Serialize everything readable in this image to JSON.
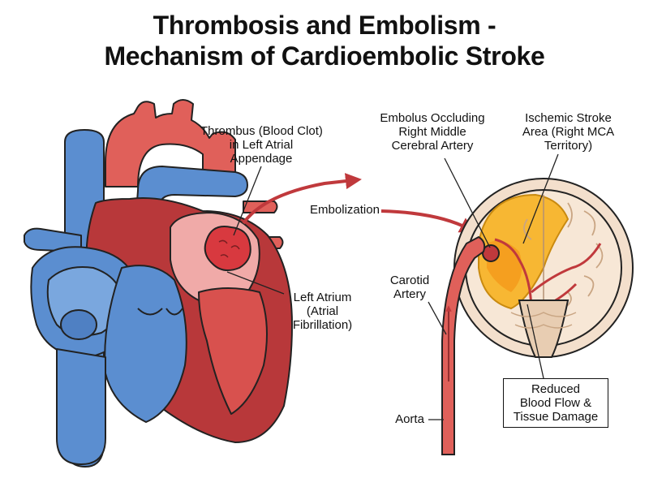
{
  "title": {
    "line1": "Thrombosis and Embolism -",
    "line2": "Mechanism of Cardioembolic Stroke"
  },
  "labels": {
    "thrombus": [
      "Thrombus (Blood Clot)",
      "in Left Atrial",
      "Appendage"
    ],
    "left_atrium": [
      "Left Atrium",
      "(Atrial",
      "Fibrillation)"
    ],
    "embolization": "Embolization",
    "embolus": [
      "Embolus Occluding",
      "Right Middle",
      "Cerebral Artery"
    ],
    "ischemic": [
      "Ischemic Stroke",
      "Area (Right MCA",
      "Territory)"
    ],
    "carotid": [
      "Carotid",
      "Artery"
    ],
    "aorta": "Aorta",
    "reduced": [
      "Reduced",
      "Blood Flow &",
      "Tissue Damage"
    ]
  },
  "colors": {
    "red_vessel": "#e0605a",
    "dark_red": "#b8383a",
    "blue_vessel": "#5b8ed0",
    "light_pink": "#f0aaa8",
    "clot": "#d8393f",
    "brain_bg": "#f3dfcc",
    "ischemic_yellow": "#f7b733",
    "outline": "#222222"
  }
}
